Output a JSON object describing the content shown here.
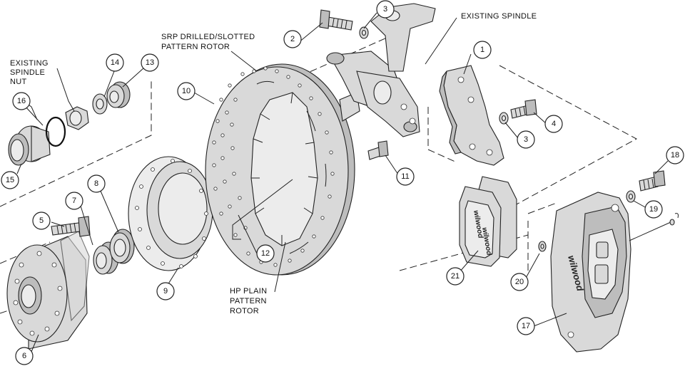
{
  "labels": {
    "existing_spindle_nut": [
      "EXISTING",
      "SPINDLE",
      "NUT"
    ],
    "srp_rotor": [
      "SRP DRILLED/SLOTTED",
      "PATTERN ROTOR"
    ],
    "existing_spindle": [
      "EXISTING SPINDLE"
    ],
    "hp_rotor": [
      "HP PLAIN",
      "PATTERN",
      "ROTOR"
    ]
  },
  "callouts": [
    "1",
    "2",
    "3",
    "3",
    "4",
    "5",
    "6",
    "7",
    "8",
    "9",
    "10",
    "11",
    "12",
    "13",
    "14",
    "15",
    "16",
    "17",
    "18",
    "19",
    "20",
    "21"
  ],
  "brand_marks": {
    "pad_logo": "wilwood",
    "caliper_logo": "wilwood"
  },
  "colors": {
    "line": "#222222",
    "fill": "#d9d9d9",
    "background": "#ffffff"
  }
}
